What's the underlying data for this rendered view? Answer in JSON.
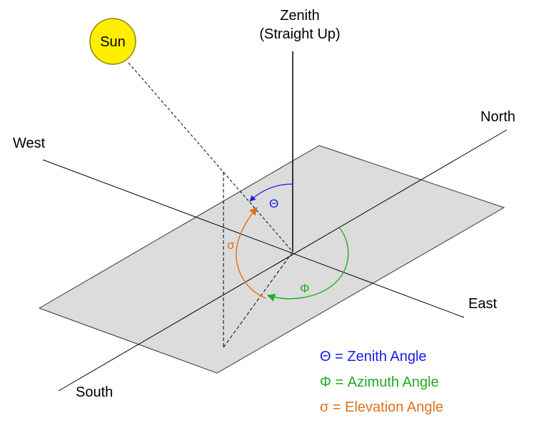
{
  "sun": {
    "label": "Sun",
    "fill": "#FFEE00",
    "stroke": "#8C8A00"
  },
  "zenith": {
    "line1": "Zenith",
    "line2": "(Straight Up)"
  },
  "directions": {
    "north": "North",
    "east": "East",
    "south": "South",
    "west": "West"
  },
  "angles": {
    "zenith": {
      "symbol": "Θ",
      "color": "#1A1AE6"
    },
    "azimuth": {
      "symbol": "Φ",
      "color": "#22AA22"
    },
    "elevation": {
      "symbol": "σ",
      "color": "#E0701C"
    }
  },
  "legend": [
    {
      "text": "Θ = Zenith Angle",
      "color": "#1A1AE6"
    },
    {
      "text": "Φ = Azimuth Angle",
      "color": "#22AA22"
    },
    {
      "text": "σ = Elevation Angle",
      "color": "#E0701C"
    }
  ],
  "plane_fill": "#DCDCDC"
}
